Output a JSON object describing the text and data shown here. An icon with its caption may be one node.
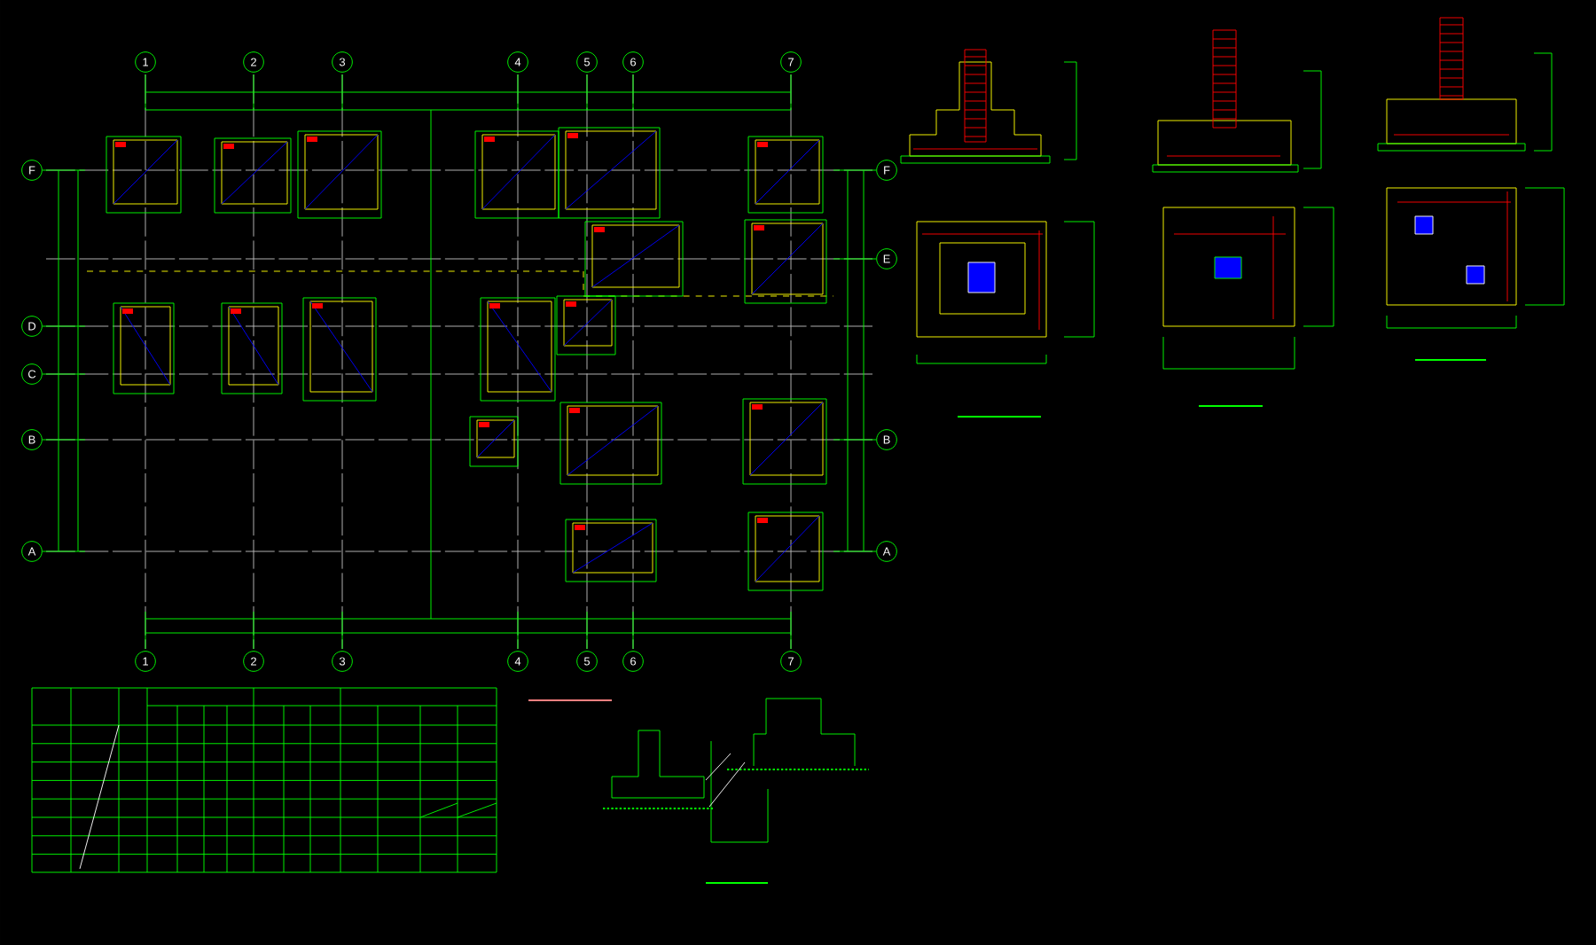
{
  "diagram": {
    "labels": [
      "1",
      "2",
      "3",
      "4",
      "5",
      "6",
      "7",
      "F",
      "D",
      "C",
      "B",
      "A",
      "F",
      "E",
      "B",
      "A",
      "1",
      "2",
      "3",
      "4",
      "5",
      "6",
      "7"
    ]
  }
}
